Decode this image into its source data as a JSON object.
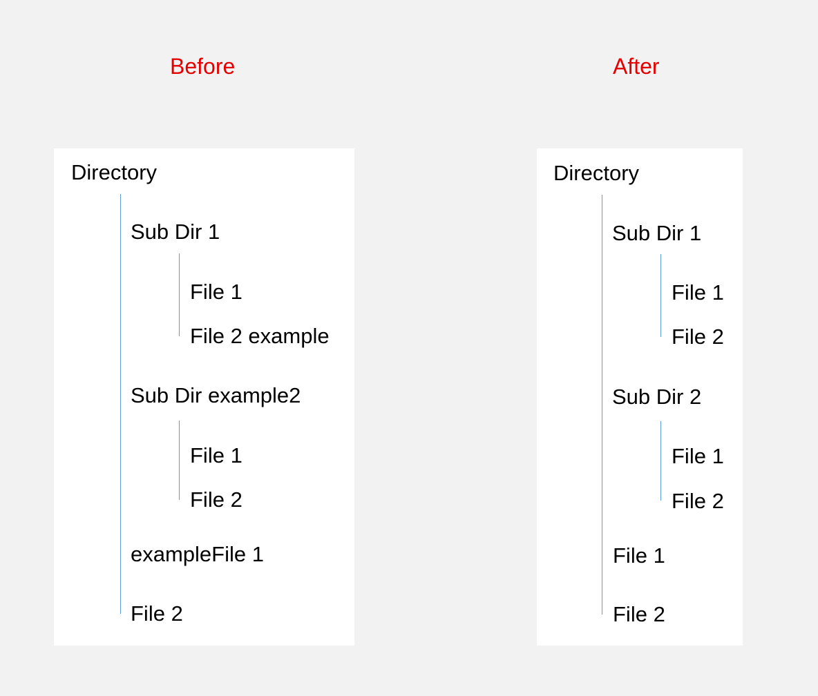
{
  "before": {
    "heading": "Before",
    "root": "Directory",
    "sub_dir_1": {
      "name": "Sub Dir 1",
      "files": [
        "File 1",
        "File 2 example"
      ]
    },
    "sub_dir_2": {
      "name": "Sub Dir example2",
      "files": [
        "File 1",
        "File 2"
      ]
    },
    "root_files": [
      "exampleFile 1",
      "File 2"
    ]
  },
  "after": {
    "heading": "After",
    "root": "Directory",
    "sub_dir_1": {
      "name": "Sub Dir 1",
      "files": [
        "File 1",
        "File 2"
      ]
    },
    "sub_dir_2": {
      "name": "Sub Dir 2",
      "files": [
        "File 1",
        "File 2"
      ]
    },
    "root_files": [
      "File 1",
      "File 2"
    ]
  },
  "colors": {
    "background": "#f2f2f2",
    "panel": "#ffffff",
    "heading": "#e50000",
    "tree_line": "#5b9bd5",
    "text": "#000000"
  }
}
